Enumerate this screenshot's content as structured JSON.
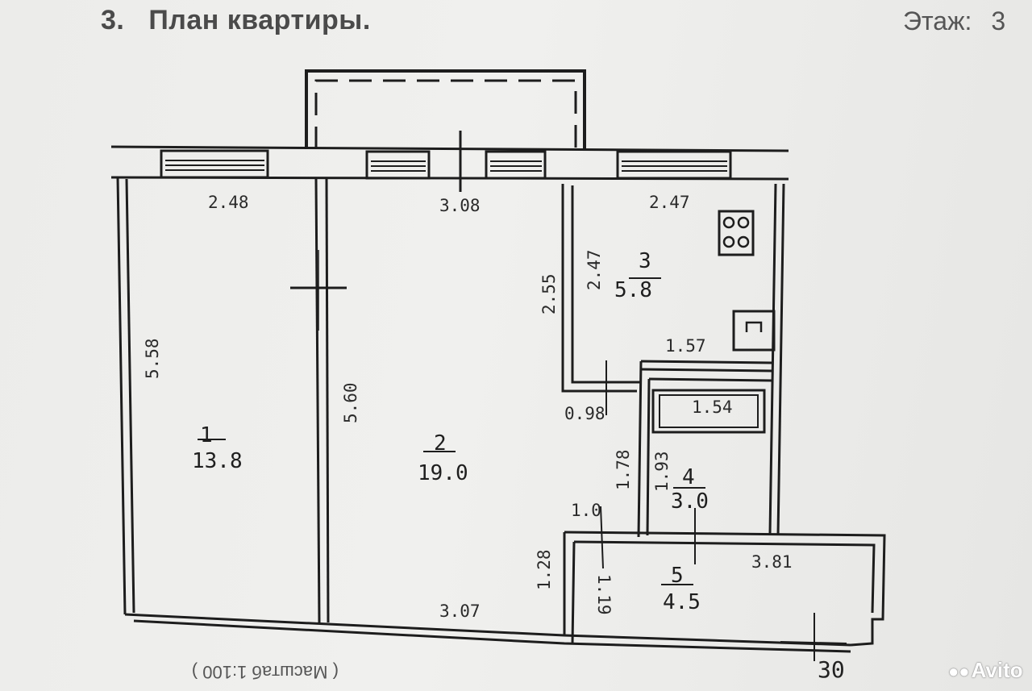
{
  "header": {
    "section_number": "3.",
    "title": "План квартиры.",
    "floor_label": "Этаж:",
    "floor_value": "3"
  },
  "rooms": [
    {
      "number": "1",
      "area": "13.8"
    },
    {
      "number": "2",
      "area": "19.0"
    },
    {
      "number": "3",
      "area": "5.8"
    },
    {
      "number": "4",
      "area": "3.0"
    },
    {
      "number": "5",
      "area": "4.5"
    }
  ],
  "dimensions": {
    "room1_top": "2.48",
    "room1_side": "5.58",
    "room2_top": "3.08",
    "room2_side": "5.60",
    "room2_bottom": "3.07",
    "kitchen_top": "2.47",
    "kitchen_side_left": "2.55",
    "kitchen_side_inner": "2.47",
    "kitchen_bottom": "1.57",
    "corridor_width": "0.98",
    "bath_width": "1.54",
    "corridor_len": "1.78",
    "bath_side": "1.93",
    "door_width": "1.0",
    "hall_side": "1.28",
    "hall_inner": "1.19",
    "hall_top": "3.81",
    "bottom_right": "30"
  },
  "footer": {
    "scale_text": "( Масштаб 1:100 )",
    "watermark": "Avito"
  }
}
